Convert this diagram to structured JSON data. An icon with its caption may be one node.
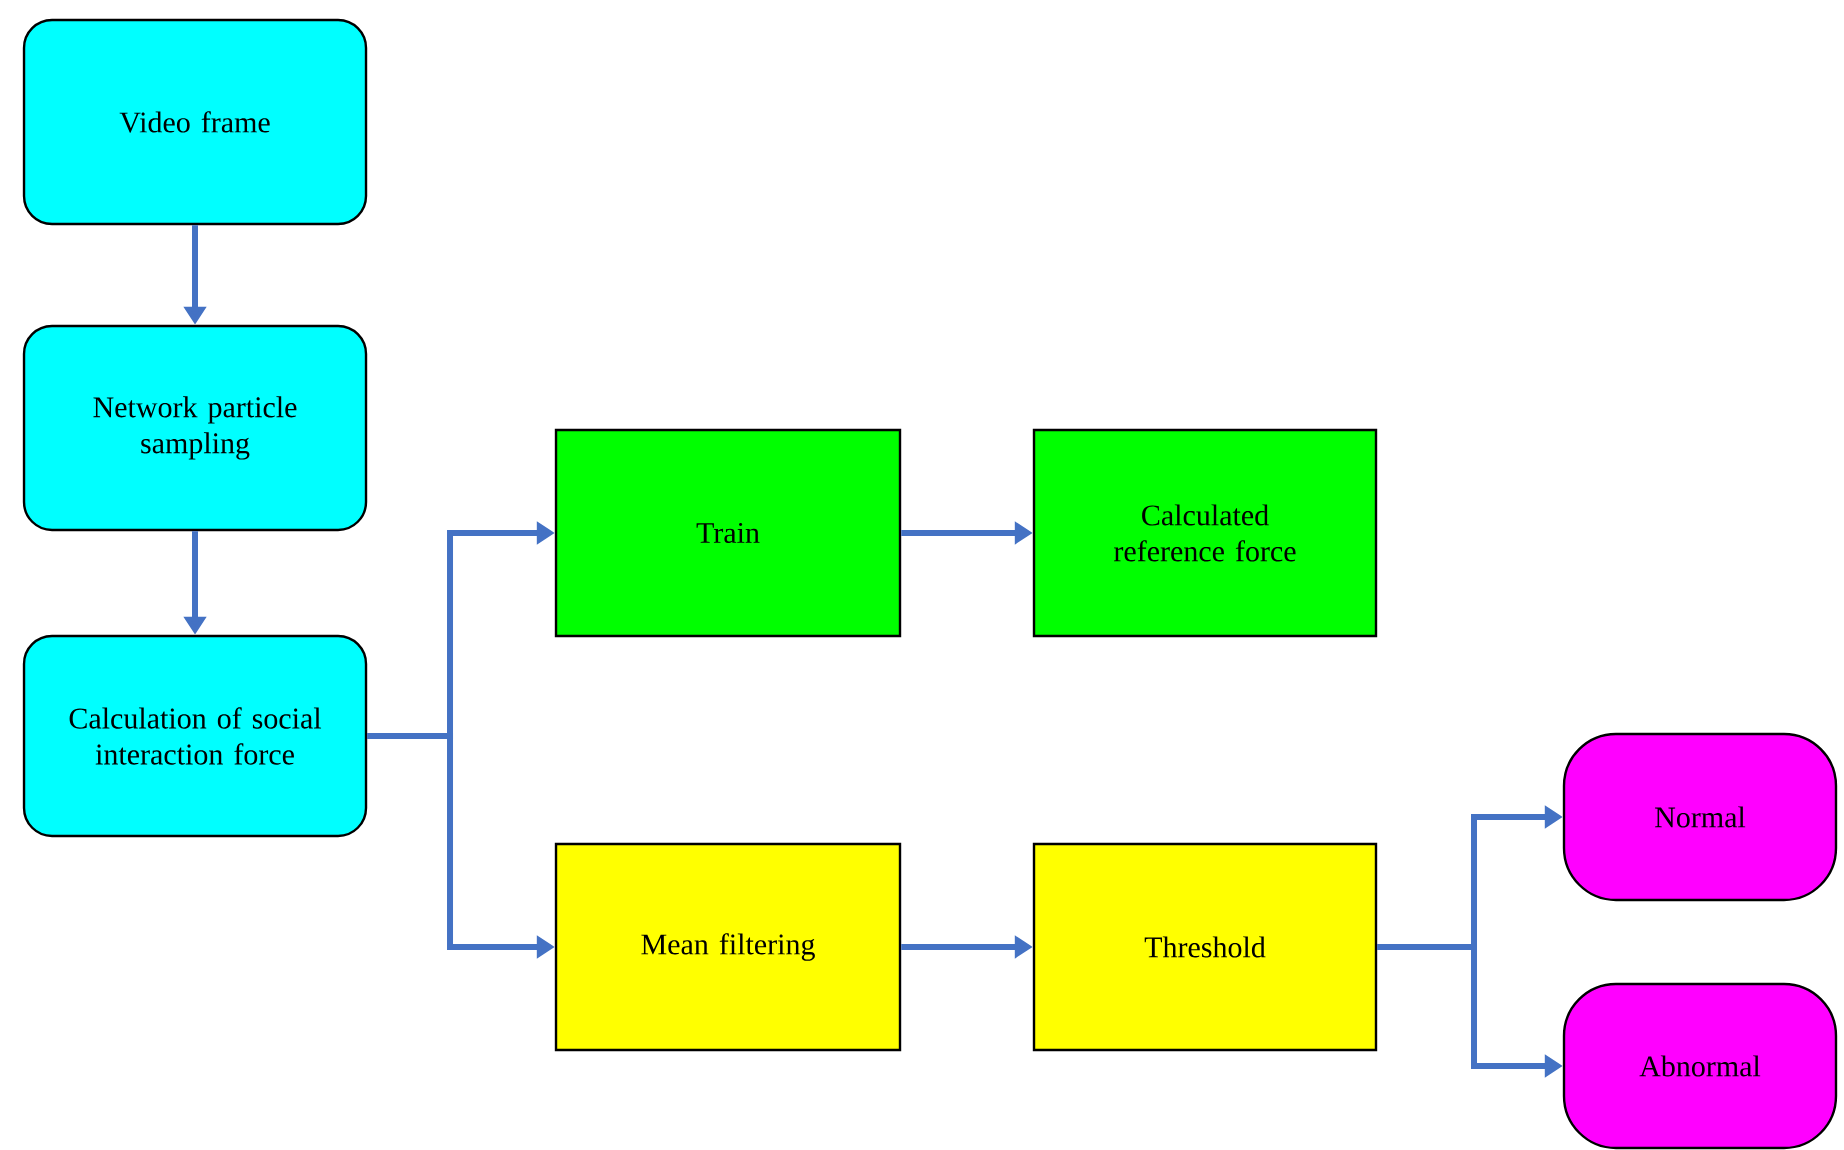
{
  "diagram": {
    "nodes": [
      {
        "text": [
          "Video frame"
        ]
      },
      {
        "text": [
          "Network particle sampling"
        ]
      },
      {
        "text": [
          "Calculation of social interaction force"
        ]
      },
      {
        "text": [
          "Train"
        ]
      },
      {
        "text": [
          "Calculated reference force"
        ]
      },
      {
        "text": [
          "Mean filtering"
        ]
      },
      {
        "text": [
          "Threshold"
        ]
      },
      {
        "text": [
          "Normal"
        ]
      },
      {
        "text": [
          "Abnormal"
        ]
      }
    ],
    "edges": [
      {
        "from": 0,
        "to": 1,
        "arrow": "to"
      },
      {
        "from": 1,
        "to": 2,
        "arrow": "to"
      },
      {
        "from": 2,
        "to": 3,
        "arrow": "to"
      },
      {
        "from": 2,
        "to": 5,
        "arrow": "to"
      },
      {
        "from": 3,
        "to": 4,
        "arrow": "to"
      },
      {
        "from": 5,
        "to": 6,
        "arrow": "to"
      },
      {
        "from": 6,
        "to": 7,
        "arrow": "to"
      },
      {
        "from": 6,
        "to": 8,
        "arrow": "to"
      }
    ]
  }
}
